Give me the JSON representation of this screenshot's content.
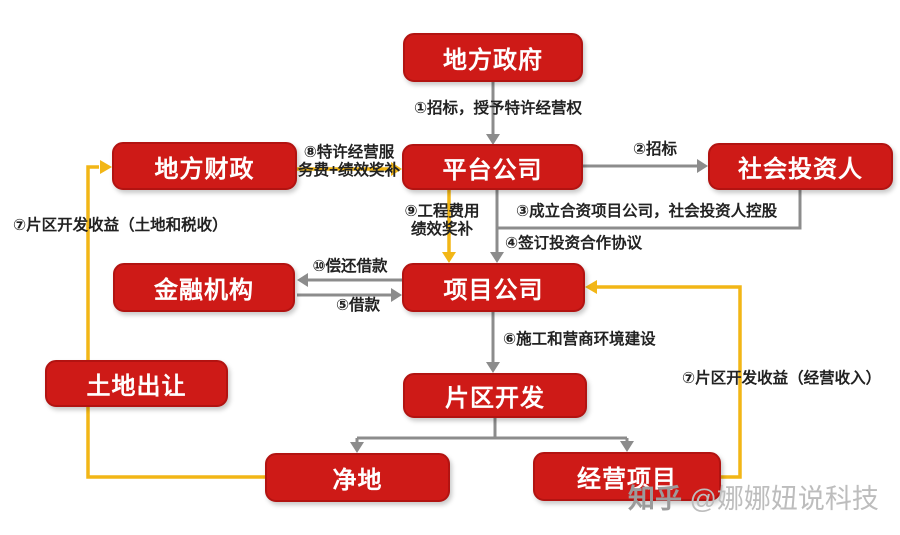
{
  "diagram": {
    "type": "flowchart",
    "nodes": [
      {
        "id": "local-government",
        "label": "地方政府"
      },
      {
        "id": "local-finance",
        "label": "地方财政"
      },
      {
        "id": "platform-company",
        "label": "平台公司"
      },
      {
        "id": "social-investor",
        "label": "社会投资人"
      },
      {
        "id": "financial-institution",
        "label": "金融机构"
      },
      {
        "id": "project-company",
        "label": "项目公司"
      },
      {
        "id": "land-transfer",
        "label": "土地出让"
      },
      {
        "id": "area-development",
        "label": "片区开发"
      },
      {
        "id": "clean-land",
        "label": "净地"
      },
      {
        "id": "operating-project",
        "label": "经营项目"
      }
    ],
    "edges": [
      {
        "id": "e1",
        "from": "local-government",
        "to": "platform-company",
        "color": "gray",
        "label": "①招标，授予特许经营权"
      },
      {
        "id": "e2",
        "from": "platform-company",
        "to": "social-investor",
        "color": "gray",
        "label": "②招标"
      },
      {
        "id": "e3",
        "from": "social-investor",
        "to": "project-company",
        "color": "gray",
        "label": "③成立合资项目公司，社会投资人控股"
      },
      {
        "id": "e4",
        "from": "platform-company",
        "to": "project-company",
        "color": "gray",
        "label": "④签订投资合作协议"
      },
      {
        "id": "e5",
        "from": "financial-institution",
        "to": "project-company",
        "color": "gray",
        "label": "⑤借款"
      },
      {
        "id": "e6",
        "from": "project-company",
        "to": "area-development",
        "color": "gray",
        "label": "⑥施工和营商环境建设"
      },
      {
        "id": "e7a",
        "from": "area-development",
        "to": "clean-land",
        "color": "gray",
        "label": ""
      },
      {
        "id": "e7b",
        "from": "area-development",
        "to": "operating-project",
        "color": "gray",
        "label": ""
      },
      {
        "id": "e7-left",
        "from": "clean-land",
        "to": "local-finance",
        "color": "yellow",
        "label": "⑦片区开发收益（土地和税收）"
      },
      {
        "id": "e7-right",
        "from": "operating-project",
        "to": "project-company",
        "color": "yellow",
        "label": "⑦片区开发收益（经营收入）"
      },
      {
        "id": "e8",
        "from": "local-finance",
        "to": "platform-company",
        "color": "yellow",
        "label": "⑧特许经营服\n务费+绩效奖补"
      },
      {
        "id": "e9",
        "from": "platform-company",
        "to": "project-company",
        "color": "yellow",
        "label": "⑨工程费用\n绩效奖补"
      },
      {
        "id": "e10",
        "from": "project-company",
        "to": "financial-institution",
        "color": "gray",
        "label": "⑩偿还借款"
      }
    ],
    "colors": {
      "background": "#ffffff",
      "box_fill": "#ce1a17",
      "box_border": "#b21311",
      "box_text": "#ffffff",
      "flow_gray": "#8c8c8c",
      "flow_yellow": "#f2b616",
      "label": "#222222",
      "watermark_zhihu": "#9b9b9b",
      "watermark_handle": "#bdbdbd"
    },
    "watermark": {
      "prefix": "知乎",
      "handle": "@娜娜妞说科技"
    }
  }
}
